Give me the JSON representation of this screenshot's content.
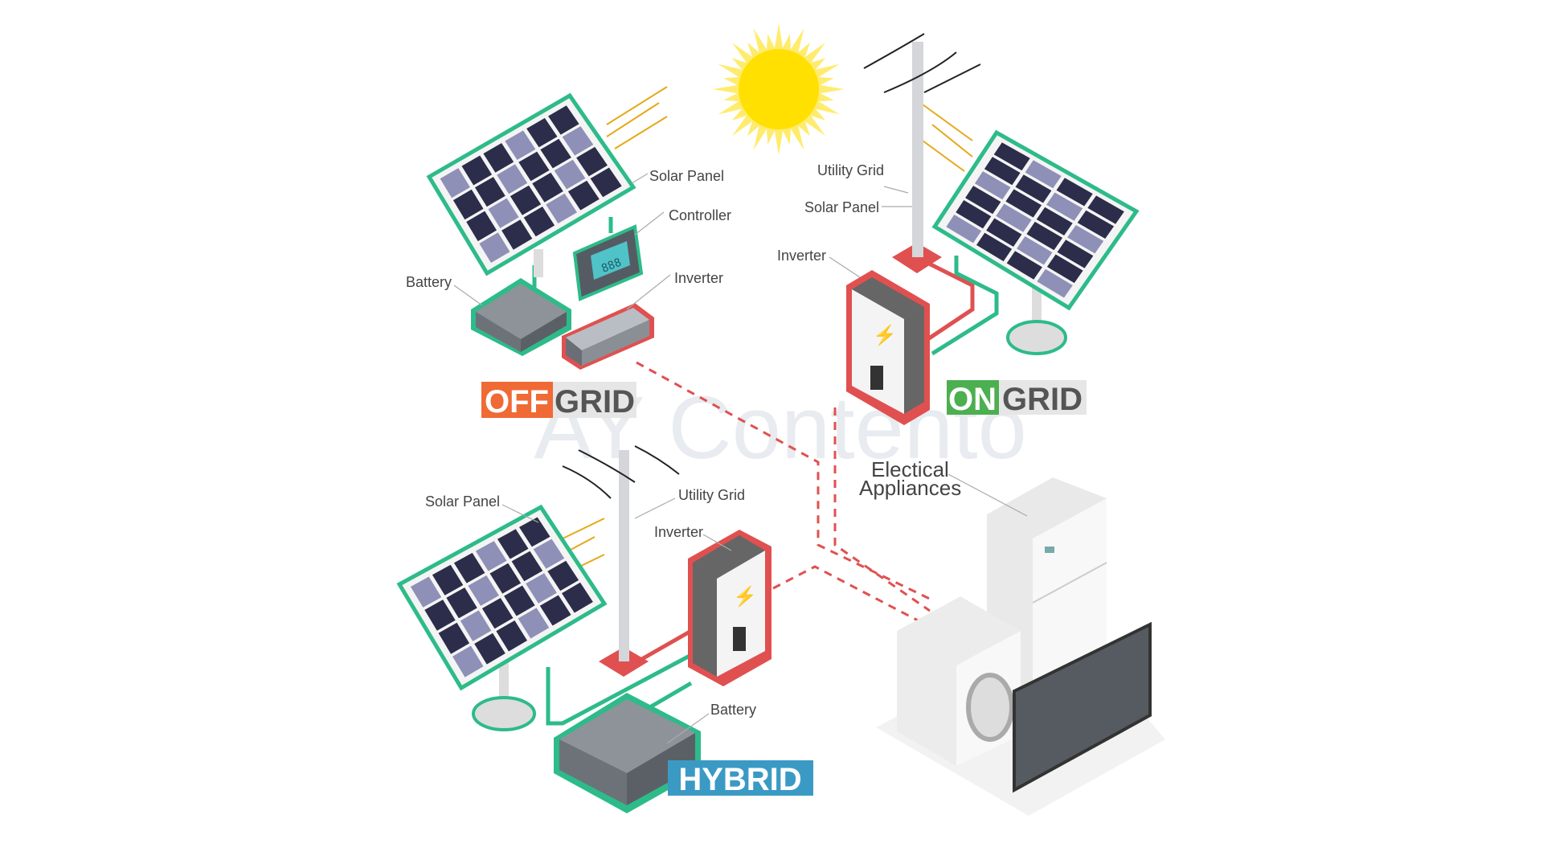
{
  "watermark": "AY Contento",
  "offgrid": {
    "title_accent": "OFF",
    "title_rest": "GRID",
    "labels": {
      "solar_panel": "Solar Panel",
      "controller": "Controller",
      "inverter": "Inverter",
      "battery": "Battery"
    },
    "controller_display": "888"
  },
  "ongrid": {
    "title_accent": "ON",
    "title_rest": "GRID",
    "labels": {
      "utility_grid": "Utility Grid",
      "solar_panel": "Solar Panel",
      "inverter": "Inverter"
    }
  },
  "hybrid": {
    "title": "HYBRID",
    "labels": {
      "solar_panel": "Solar Panel",
      "utility_grid": "Utility Grid",
      "inverter": "Inverter",
      "battery": "Battery"
    }
  },
  "appliances": {
    "label_line1": "Electical",
    "label_line2": "Appliances"
  },
  "colors": {
    "offgrid": "#f06a35",
    "ongrid": "#4caf50",
    "hybrid": "#3b9ac4",
    "grid_gray": "#e6e6e6",
    "wire_green": "#2dbb8a",
    "wire_red": "#e05050",
    "sun": "#ffe000"
  }
}
